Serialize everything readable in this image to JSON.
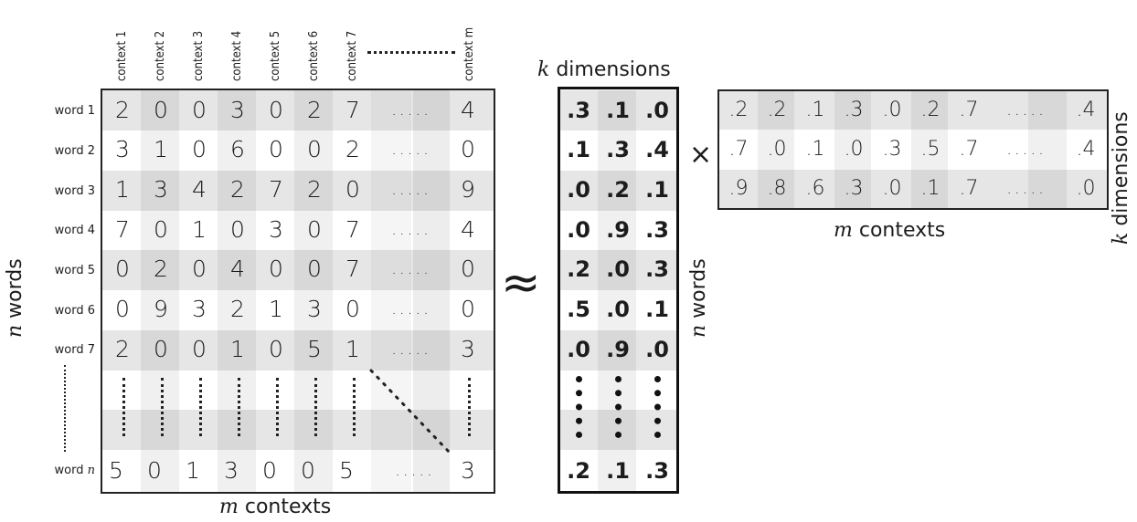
{
  "left_matrix": {
    "col_headers": [
      "context 1",
      "context 2",
      "context 3",
      "context 4",
      "context 5",
      "context 6",
      "context 7",
      "context m"
    ],
    "row_labels": [
      "word 1",
      "word 2",
      "word 3",
      "word 4",
      "word 5",
      "word 6",
      "word 7"
    ],
    "last_row_label_prefix": "word",
    "last_row_label_var": "n",
    "rows": [
      [
        "2",
        "0",
        "0",
        "3",
        "0",
        "2",
        "7",
        "4"
      ],
      [
        "3",
        "1",
        "0",
        "6",
        "0",
        "0",
        "2",
        "0"
      ],
      [
        "1",
        "3",
        "4",
        "2",
        "7",
        "2",
        "0",
        "9"
      ],
      [
        "7",
        "0",
        "1",
        "0",
        "3",
        "0",
        "7",
        "4"
      ],
      [
        "0",
        "2",
        "0",
        "4",
        "0",
        "0",
        "7",
        "0"
      ],
      [
        "0",
        "9",
        "3",
        "2",
        "1",
        "3",
        "0",
        "0"
      ],
      [
        "2",
        "0",
        "0",
        "1",
        "0",
        "5",
        "1",
        "3"
      ]
    ],
    "last_row": [
      "5",
      "0",
      "1",
      "3",
      "0",
      "0",
      "5",
      "3"
    ],
    "ellipsis": ".....",
    "bottom_label_var": "m",
    "bottom_label_text": "contexts",
    "side_label_var": "n",
    "side_label_text": "words"
  },
  "approx_symbol": "≈",
  "middle_matrix": {
    "top_label_var": "k",
    "top_label_text": "dimensions",
    "rows": [
      [
        ".3",
        ".1",
        ".0"
      ],
      [
        ".1",
        ".3",
        ".4"
      ],
      [
        ".0",
        ".2",
        ".1"
      ],
      [
        ".0",
        ".9",
        ".3"
      ],
      [
        ".2",
        ".0",
        ".3"
      ],
      [
        ".5",
        ".0",
        ".1"
      ],
      [
        ".0",
        ".9",
        ".0"
      ]
    ],
    "last_row": [
      ".2",
      ".1",
      ".3"
    ],
    "side_label_var": "n",
    "side_label_text": "words"
  },
  "times_symbol": "×",
  "right_matrix": {
    "rows": [
      [
        ".2",
        ".2",
        ".1",
        ".3",
        ".0",
        ".2",
        ".7",
        ".4"
      ],
      [
        ".7",
        ".0",
        ".1",
        ".0",
        ".3",
        ".5",
        ".7",
        ".4"
      ],
      [
        ".9",
        ".8",
        ".6",
        ".3",
        ".0",
        ".1",
        ".7",
        ".0"
      ]
    ],
    "ellipsis": ".....",
    "bottom_label_var": "m",
    "bottom_label_text": "contexts",
    "side_label_var": "k",
    "side_label_text": "dimensions"
  }
}
